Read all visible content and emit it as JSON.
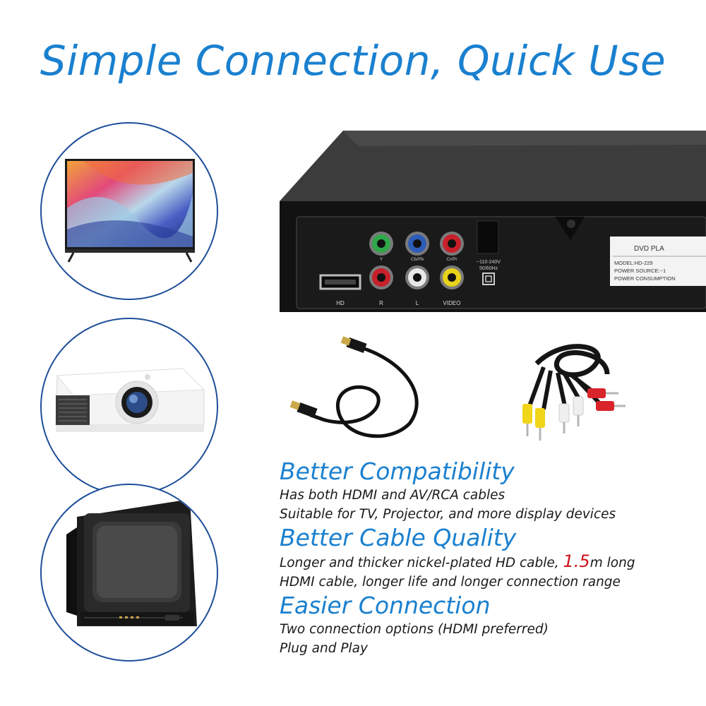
{
  "headline": "Simple Connection, Quick Use",
  "player": {
    "label_hd": "HD",
    "label_r": "R",
    "label_l": "L",
    "label_video": "VIDEO",
    "label_y": "Y",
    "label_cb": "Cb/Pb",
    "label_cr": "Cr/Pr",
    "power_rating": "~110-240V",
    "power_freq": "50/60Hz",
    "sticker_title": "DVD PLA",
    "sticker_model": "MODEL:HD-229",
    "sticker_source": "POWER SOURCE:~1",
    "sticker_consumption": "POWER CONSUMPTION"
  },
  "features": [
    {
      "title": "Better Compatibility",
      "lines": [
        "Has both HDMI and AV/RCA cables",
        "Suitable for TV, Projector, and more display devices"
      ]
    },
    {
      "title": "Better Cable Quality",
      "line1_pre": "Longer and thicker nickel-plated HD cable, ",
      "line1_highlight": "1.5",
      "line1_post": "m long",
      "line2": "HDMI cable, longer life and longer connection range"
    },
    {
      "title": "Easier Connection",
      "lines": [
        "Two connection options (HDMI preferred)",
        "Plug and Play"
      ]
    }
  ],
  "colors": {
    "accent": "#1a80cf",
    "circle_border": "#1f4f9a",
    "highlight": "#d0121b"
  }
}
